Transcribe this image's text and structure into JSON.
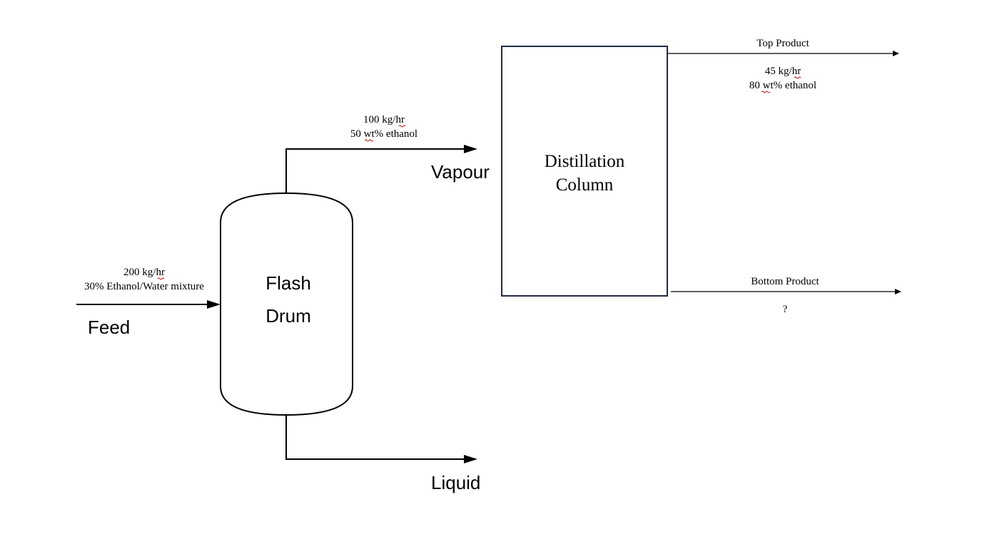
{
  "feed": {
    "label": "Feed",
    "rate": "200 kg/hr",
    "composition": "30% Ethanol/Water mixture"
  },
  "flash_drum": {
    "line1": "Flash",
    "line2": "Drum"
  },
  "vapour": {
    "label": "Vapour",
    "rate": "100 kg/hr",
    "composition": "50 wt% ethanol"
  },
  "liquid": {
    "label": "Liquid"
  },
  "column": {
    "line1": "Distillation",
    "line2": "Column",
    "border_color": "#1f2a44"
  },
  "top_product": {
    "label": "Top Product",
    "rate": "45 kg/hr",
    "composition": "80 wt% ethanol"
  },
  "bottom_product": {
    "label": "Bottom Product",
    "value": "?"
  },
  "spellcheck_color": "#c00000"
}
